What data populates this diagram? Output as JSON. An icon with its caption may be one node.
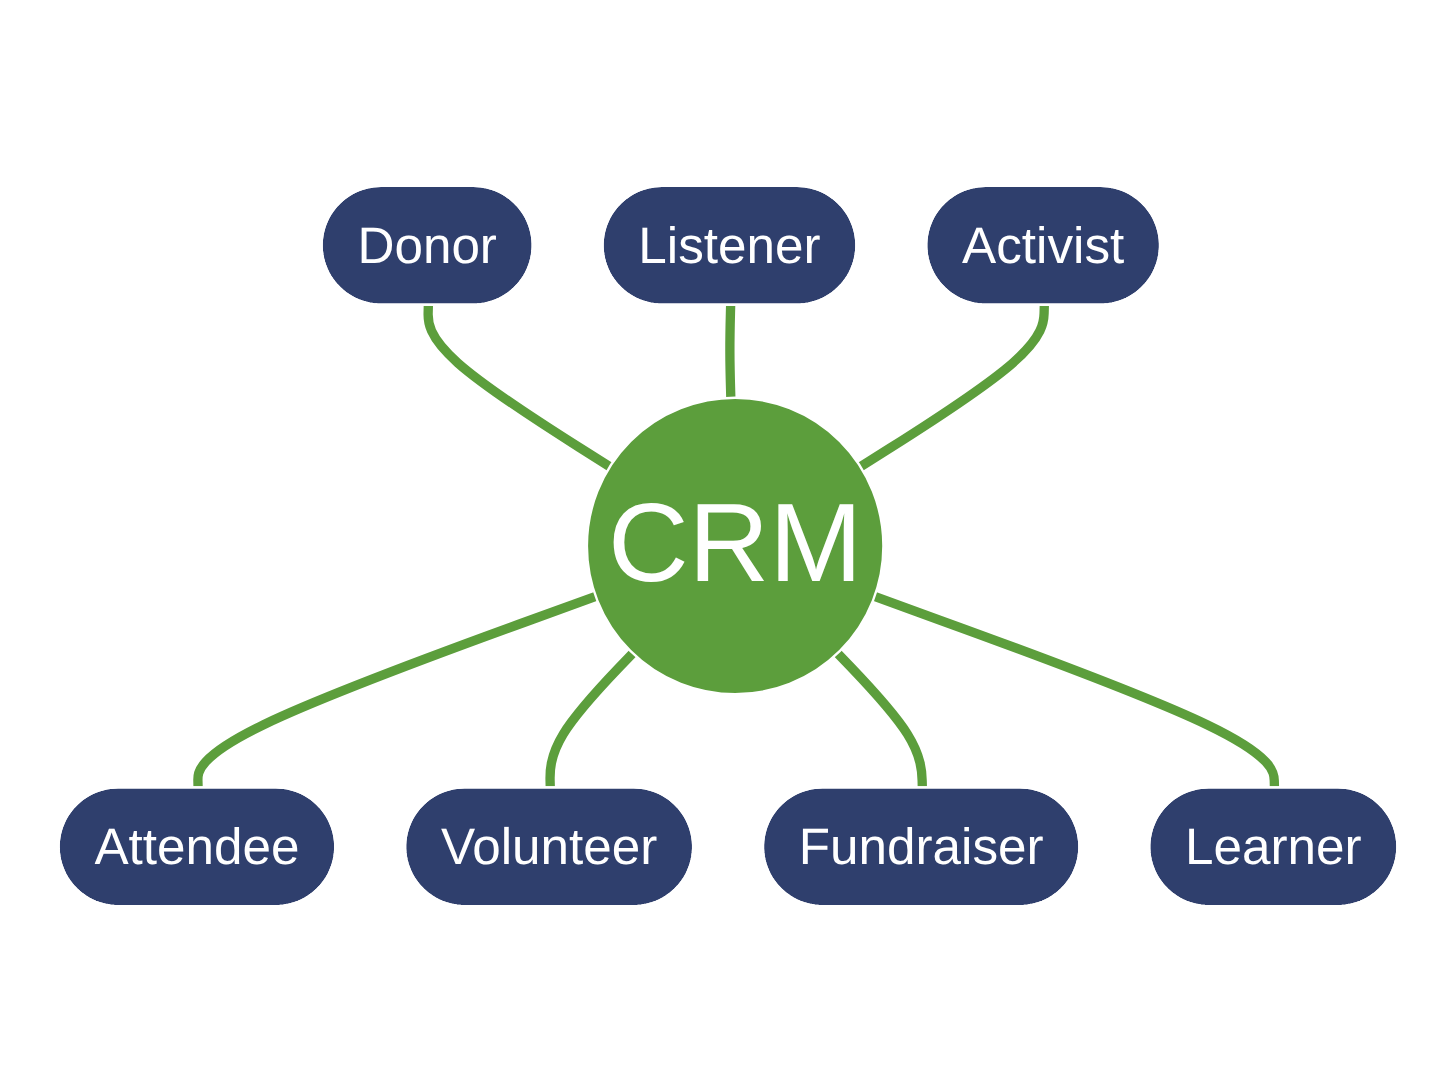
{
  "diagram": {
    "nodes": [
      {
        "text": [
          "Donor"
        ]
      },
      {
        "text": [
          "Listener"
        ]
      },
      {
        "text": [
          "Activist"
        ]
      },
      {
        "text": [
          "CRM"
        ]
      },
      {
        "text": [
          "Attendee"
        ]
      },
      {
        "text": [
          "Volunteer"
        ]
      },
      {
        "text": [
          "Fundraiser"
        ]
      },
      {
        "text": [
          "Learner"
        ]
      }
    ],
    "edges": [
      {
        "from": 0,
        "to": 3,
        "arrow": "none"
      },
      {
        "from": 1,
        "to": 3,
        "arrow": "none"
      },
      {
        "from": 2,
        "to": 3,
        "arrow": "none"
      },
      {
        "from": 3,
        "to": 4,
        "arrow": "none"
      },
      {
        "from": 3,
        "to": 5,
        "arrow": "none"
      },
      {
        "from": 3,
        "to": 6,
        "arrow": "none"
      },
      {
        "from": 3,
        "to": 7,
        "arrow": "none"
      }
    ]
  }
}
